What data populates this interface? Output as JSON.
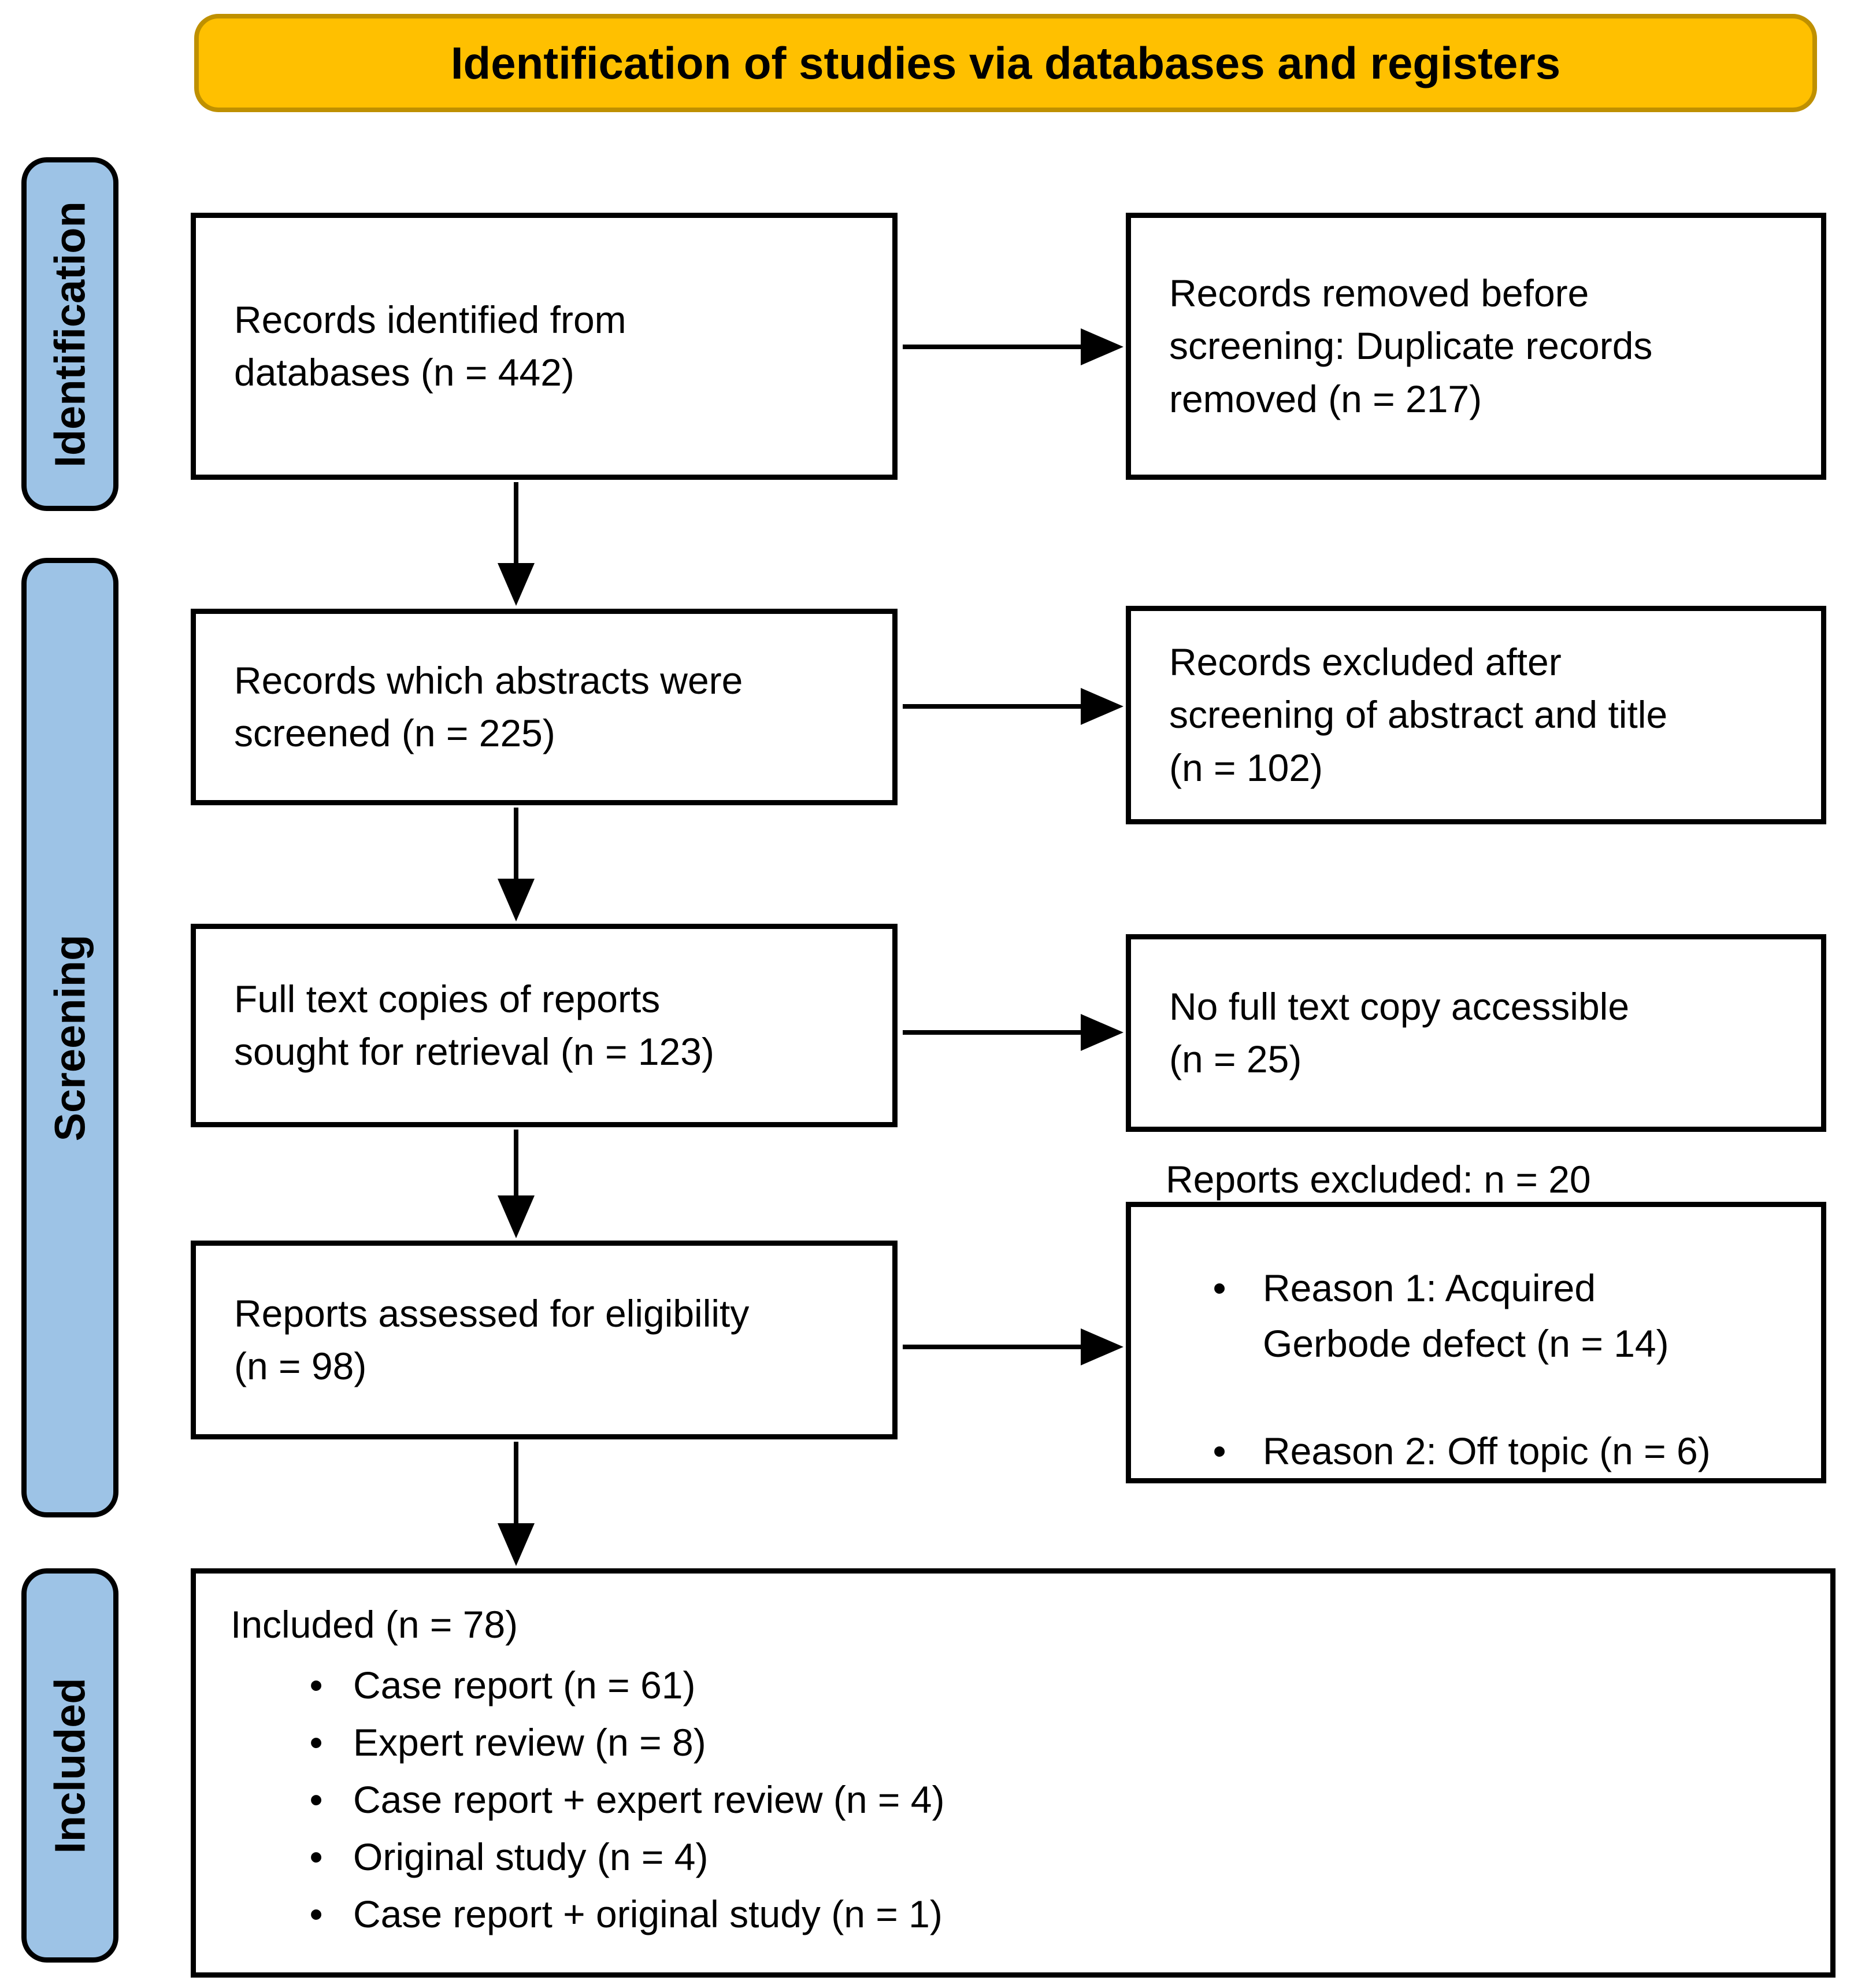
{
  "header": {
    "title": "Identification of studies via databases and registers"
  },
  "stages": {
    "identification": "Identification",
    "screening": "Screening",
    "included": "Included"
  },
  "boxes": {
    "identified": "Records identified from\ndatabases (n = 442)",
    "removed_before_screening": "Records removed before\nscreening: Duplicate records\nremoved (n = 217)",
    "abstracts_screened": "Records which abstracts were\nscreened (n = 225)",
    "excluded_after_screening": "Records excluded after\nscreening of abstract and title\n(n = 102)",
    "fulltext_sought": "Full text copies of reports\nsought for retrieval (n = 123)",
    "no_fulltext": "No full text copy accessible\n(n = 25)",
    "assessed": "Reports assessed for eligibility\n(n = 98)",
    "reports_excluded": {
      "title": "Reports excluded: n = 20",
      "reasons": [
        "Reason 1: Acquired\nGerbode defect (n = 14)",
        "Reason 2: Off topic (n = 6)"
      ]
    },
    "included": {
      "title": "Included (n = 78)",
      "items": [
        "Case report (n = 61)",
        "Expert review (n = 8)",
        "Case report + expert review (n = 4)",
        "Original study (n = 4)",
        "Case report + original study (n = 1)"
      ]
    }
  },
  "icons": {
    "bullet": "•"
  },
  "colors": {
    "banner_fill": "#FFC000",
    "banner_border": "#BF9000",
    "stage_fill": "#9DC3E6",
    "box_border": "#000000"
  }
}
